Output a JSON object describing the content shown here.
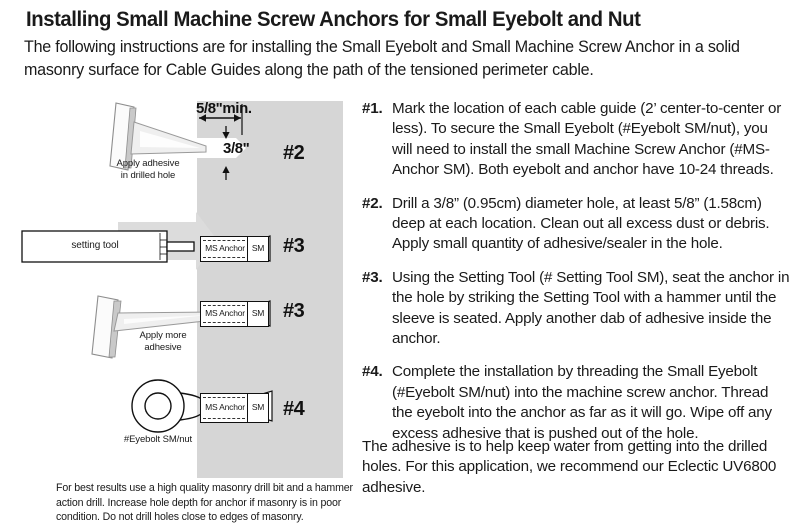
{
  "header": {
    "title": "Installing Small Machine Screw Anchors for Small Eyebolt and Nut",
    "intro": "The following instructions are for installing the Small Eyebolt and Small Machine Screw Anchor in a solid masonry surface for Cable Guides along the path of the tensioned perimeter cable."
  },
  "colors": {
    "masonry_gray": "#d6d6d6",
    "arrow_gray": "#dcdcdc",
    "tool_shade": "#e8e8e8",
    "text": "#1a1a1a"
  },
  "diagram": {
    "panel2": {
      "marker": "#2",
      "depth_dimension": "5/8\"min.",
      "diameter_dimension": "3/8\"",
      "applicator_label_line1": "Apply adhesive",
      "applicator_label_line2": "in drilled hole"
    },
    "panel3a": {
      "marker": "#3",
      "tool_label": "setting tool",
      "anchor_label": "MS Anchor",
      "anchor_suffix": "SM"
    },
    "panel3b": {
      "marker": "#3",
      "applicator_label_line1": "Apply more",
      "applicator_label_line2": "adhesive",
      "anchor_label": "MS Anchor",
      "anchor_suffix": "SM"
    },
    "panel4": {
      "marker": "#4",
      "eyebolt_label": "#Eyebolt SM/nut",
      "anchor_label": "MS Anchor",
      "anchor_suffix": "SM"
    }
  },
  "steps": [
    {
      "num": "#1.",
      "text": "Mark the location of each cable guide (2’ center-to-center or less). To secure the Small Eyebolt (#Eyebolt SM/nut), you will need to install the small Machine Screw Anchor (#MS-Anchor SM). Both eyebolt and anchor have 10-24 threads."
    },
    {
      "num": "#2.",
      "text": "Drill a 3/8” (0.95cm) diameter hole, at least 5/8” (1.58cm) deep at each location. Clean out all excess dust or debris. Apply small quantity of adhesive/sealer in the hole."
    },
    {
      "num": "#3.",
      "text": "Using the Setting Tool (# Setting Tool SM), seat the anchor in the hole by striking the Setting Tool with a hammer until the sleeve is seated. Apply another dab of adhesive inside the anchor."
    },
    {
      "num": "#4.",
      "text": "Complete the installation by threading the Small Eyebolt (#Eyebolt SM/nut) into the machine screw anchor. Thread the eyebolt into the anchor as far as it will go. Wipe off any excess adhesive that is pushed out of the hole."
    }
  ],
  "closing": "The adhesive is to help keep water from getting into the drilled holes. For this application, we recommend our Eclectic UV6800 adhesive.",
  "footnote": "For best results use a high quality masonry drill bit and a hammer action drill. Increase hole depth for anchor if masonry is in poor condition. Do not drill holes close to edges of masonry."
}
